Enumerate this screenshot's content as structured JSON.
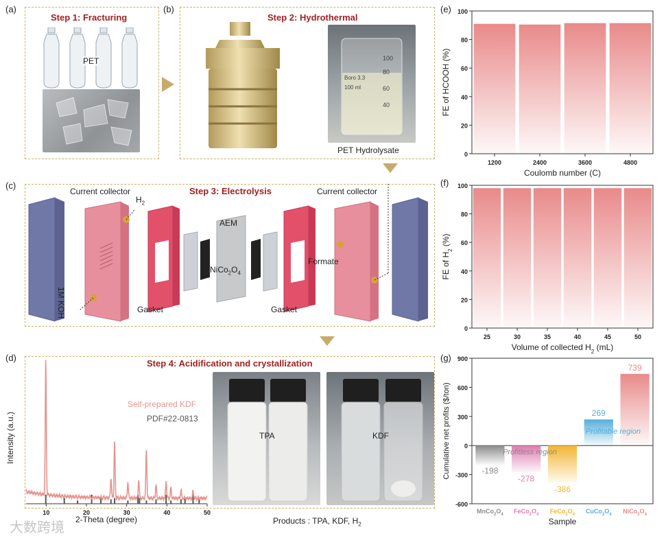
{
  "panels": {
    "a": {
      "letter": "(a)",
      "title": "Step 1: Fracturing",
      "pet_label": "PET"
    },
    "b": {
      "letter": "(b)",
      "title": "Step 2: Hydrothermal",
      "photo_caption": "PET Hydrolysate",
      "beaker_marks": [
        "100",
        "80",
        "60",
        "40"
      ],
      "beaker_text": [
        "Boro 3.3",
        "100 ml"
      ]
    },
    "c": {
      "letter": "(c)",
      "title": "Step 3: Electrolysis",
      "labels": {
        "current_collector_left": "Current collector",
        "current_collector_right": "Current collector",
        "h2": "H",
        "h2_sub": "2",
        "koh": "1M KOH",
        "gasket_left": "Gasket",
        "gasket_right": "Gasket",
        "aem": "AEM",
        "catalyst": "NiCo",
        "catalyst_sub1": "2",
        "catalyst_o": "O",
        "catalyst_sub2": "4",
        "formate": "Formate"
      }
    },
    "d": {
      "letter": "(d)",
      "title": "Step 4: Acidification and crystallization",
      "legend_1": "Self-prepared KDF",
      "legend_2": "PDF#22-0813",
      "xlabel": "2-Theta (degree)",
      "ylabel": "Intensity (a.u.)",
      "xticks": [
        "10",
        "20",
        "30",
        "40",
        "50"
      ],
      "photo1_label": "TPA",
      "photo2_label": "KDF",
      "products_prefix": "Products : TPA, KDF, H",
      "products_sub": "2"
    },
    "e": {
      "letter": "(e)"
    },
    "f": {
      "letter": "(f)"
    },
    "g": {
      "letter": "(g)",
      "profitless": "Profitless region",
      "profitable": "Profitable region"
    }
  },
  "colors": {
    "accent_red": "#a32020",
    "dashed": "#c9b26a",
    "arrow": "#c8ab6b",
    "bar_red": "#e98a8a",
    "plate_blue": "#7078a8",
    "plate_pink": "#e88f9d",
    "gasket_red": "#e3506a"
  },
  "chart_data": [
    {
      "type": "bar",
      "panel": "e",
      "categories": [
        "1200",
        "2400",
        "3600",
        "4800"
      ],
      "values": [
        91,
        90.5,
        91.5,
        91.5
      ],
      "xlabel": "Coulomb number (C)",
      "ylabel": "FE of HCOOH (%)",
      "ylim": [
        0,
        100
      ],
      "yticks": [
        "0",
        "20",
        "40",
        "60",
        "80",
        "100"
      ]
    },
    {
      "type": "bar",
      "panel": "f",
      "categories": [
        "25",
        "30",
        "35",
        "40",
        "45",
        "50"
      ],
      "values": [
        98,
        98,
        98,
        98,
        98,
        98
      ],
      "xlabel_prefix": "Volume of collected H",
      "xlabel_sub": "2",
      "xlabel_suffix": " (mL)",
      "ylabel_prefix": "FE of H",
      "ylabel_sub": "2",
      "ylabel_suffix": " (%)",
      "ylim": [
        0,
        100
      ],
      "yticks": [
        "0",
        "20",
        "40",
        "60",
        "80",
        "100"
      ]
    },
    {
      "type": "bar",
      "panel": "g",
      "categories": [
        {
          "a": "MnCo",
          "b": "O",
          "color": "#8c8c8c"
        },
        {
          "a": "FeCo",
          "b": "O",
          "color": "#e07ab0"
        },
        {
          "a": "FeCo",
          "b": "O",
          "color": "#f2b632"
        },
        {
          "a": "CuCo",
          "b": "O",
          "color": "#55aedc"
        },
        {
          "a": "NiCo",
          "b": "O",
          "color": "#e98a8a"
        }
      ],
      "values": [
        -198,
        -278,
        -386,
        269,
        739
      ],
      "value_labels": [
        "-198",
        "-278",
        "-386",
        "269",
        "739"
      ],
      "xlabel": "Sample",
      "ylabel": "Cumulative net profits ($/ton)",
      "ylim": [
        -600,
        900
      ],
      "yticks": [
        "-600",
        "-300",
        "0",
        "300",
        "600",
        "900"
      ]
    },
    {
      "type": "line",
      "panel": "d",
      "xlim": [
        5,
        50
      ],
      "peaks_kdf": [
        [
          9.9,
          1.0
        ],
        [
          27.0,
          0.42
        ],
        [
          34.9,
          0.37
        ],
        [
          30.3,
          0.12
        ],
        [
          33.0,
          0.14
        ],
        [
          37.3,
          0.1
        ],
        [
          39.8,
          0.13
        ],
        [
          41.0,
          0.08
        ],
        [
          26.1,
          0.15
        ],
        [
          43.5,
          0.06
        ],
        [
          46.5,
          0.05
        ]
      ],
      "peaks_pdf": [
        9.9,
        26.1,
        27.0,
        30.3,
        32.8,
        33.2,
        34.9,
        37.3,
        39.8,
        41.0,
        43.5,
        44.5,
        46.5,
        48.0,
        14.5,
        17.8,
        21.3,
        23.6
      ]
    }
  ],
  "watermark": "大数跨境"
}
